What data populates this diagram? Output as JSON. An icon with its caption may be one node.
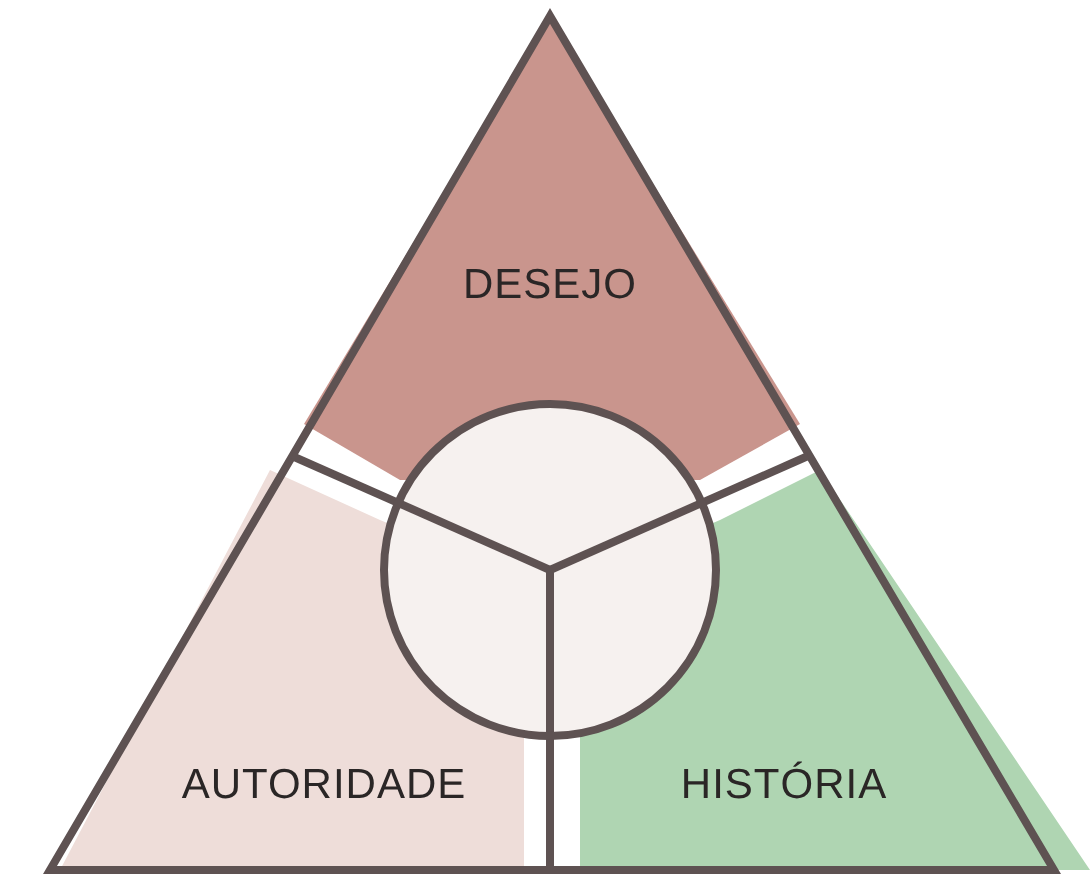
{
  "diagram": {
    "nodes": [
      {
        "text": [
          "DESEJO"
        ]
      },
      {
        "text": [
          "AUTORIDADE"
        ]
      },
      {
        "text": [
          "HISTÓRIA"
        ]
      },
      {
        "text": [],
        "shape": "circle"
      }
    ],
    "edges": []
  }
}
